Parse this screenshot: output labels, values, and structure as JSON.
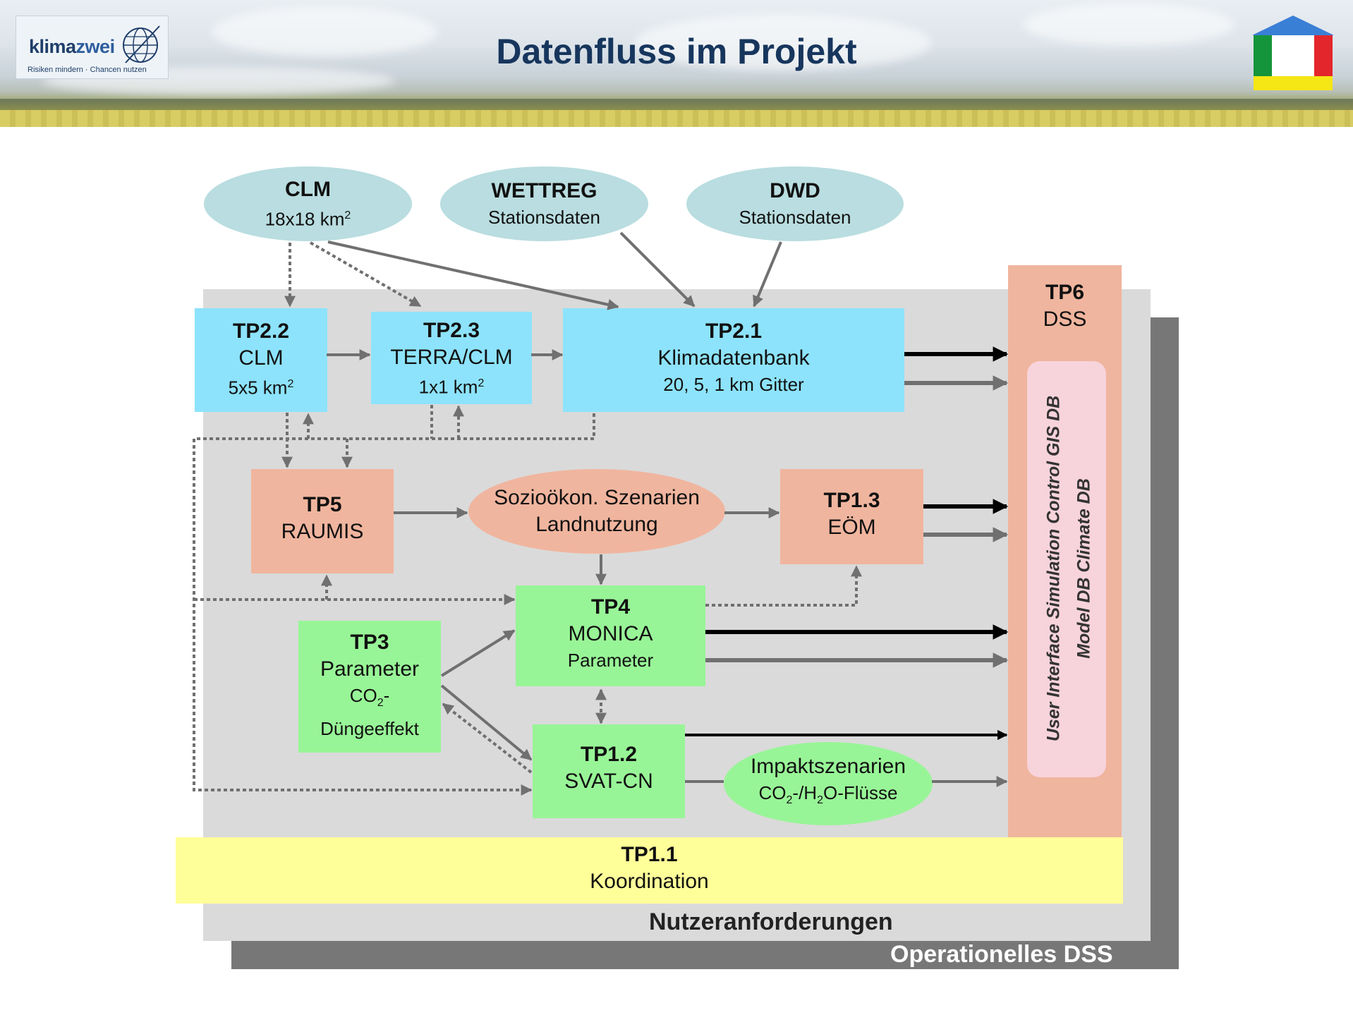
{
  "header": {
    "title": "Datenfluss im Projekt",
    "logo_prefix": "klima",
    "logo_suffix": "zwei",
    "logo_tagline": "Risiken mindern · Chancen nutzen"
  },
  "sources": {
    "clm": {
      "title": "CLM",
      "sub": "18x18 km",
      "sup": "2"
    },
    "wettreg": {
      "title": "WETTREG",
      "sub": "Stationsdaten"
    },
    "dwd": {
      "title": "DWD",
      "sub": "Stationsdaten"
    }
  },
  "boxes": {
    "tp22": {
      "id": "TP2.2",
      "name": "CLM",
      "res": "5x5 km",
      "sup": "2"
    },
    "tp23": {
      "id": "TP2.3",
      "name": "TERRA/CLM",
      "res": "1x1 km",
      "sup": "2"
    },
    "tp21": {
      "id": "TP2.1",
      "name": "Klimadatenbank",
      "res": "20, 5, 1 km Gitter"
    },
    "tp5": {
      "id": "TP5",
      "name": "RAUMIS"
    },
    "socio": {
      "line1": "Sozioökon. Szenarien",
      "line2": "Landnutzung"
    },
    "tp13": {
      "id": "TP1.3",
      "name": "EÖM"
    },
    "tp4": {
      "id": "TP4",
      "name": "MONICA",
      "sub": "Parameter"
    },
    "tp3": {
      "id": "TP3",
      "name": "Parameter",
      "co2_a": "CO",
      "co2_sub": "2",
      "co2_b": "-",
      "sub2": "Düngeeffekt"
    },
    "tp12": {
      "id": "TP1.2",
      "name": "SVAT-CN"
    },
    "impact": {
      "line1": "Impaktszenarien",
      "f_a": "CO",
      "f_sub1": "2",
      "f_b": "-/H",
      "f_sub2": "2",
      "f_c": "O-Flüsse"
    },
    "tp6": {
      "id": "TP6",
      "name": "DSS"
    },
    "tp11": {
      "id": "TP1.1",
      "name": "Koordination"
    }
  },
  "dss_components": {
    "col1": "User Interface  Simulation Control  GIS DB",
    "col2": "Model DB  Climate DB"
  },
  "layers": {
    "requirements": "Nutzeranforderungen",
    "operational": "Operationelles DSS"
  },
  "colors": {
    "blue": "#8de3fb",
    "salmon": "#f0b59e",
    "green": "#98f597",
    "teal": "#b9dde0",
    "yellow": "#ffff99",
    "title": "#17365d"
  }
}
